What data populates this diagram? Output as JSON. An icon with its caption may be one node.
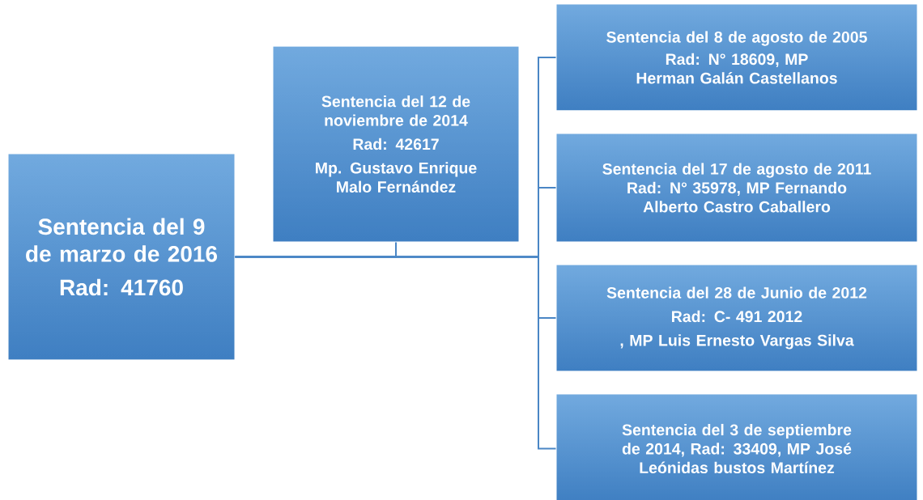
{
  "diagram": {
    "nodes": [
      {
        "text": [
          "Sentencia del 9 de marzo de 2016",
          "Rad: 41760"
        ]
      },
      {
        "text": [
          "Sentencia del 12 de noviembre de 2014",
          "Rad: 42617",
          "Mp. Gustavo Enrique Malo Fernández"
        ]
      },
      {
        "text": [
          "Sentencia del 8 de agosto de 2005",
          "Rad: N° 18609, MP Herman Galán Castellanos"
        ]
      },
      {
        "text": [
          "Sentencia del 17 de agosto de 2011",
          "Rad: N° 35978, MP Fernando Alberto Castro Caballero"
        ]
      },
      {
        "text": [
          "Sentencia del 28 de Junio de 2012",
          "Rad: C- 491 2012",
          ", MP Luis Ernesto Vargas Silva"
        ]
      },
      {
        "text": [
          "Sentencia del 3 de septiembre de 2014, Rad: 33409, MP José Leónidas bustos Martínez"
        ]
      }
    ],
    "edges": [
      {
        "from": 0,
        "to": 1,
        "arrow": "none"
      },
      {
        "from": 0,
        "to": 2,
        "arrow": "none"
      },
      {
        "from": 0,
        "to": 3,
        "arrow": "none"
      },
      {
        "from": 0,
        "to": 4,
        "arrow": "none"
      },
      {
        "from": 0,
        "to": 5,
        "arrow": "none"
      }
    ]
  }
}
